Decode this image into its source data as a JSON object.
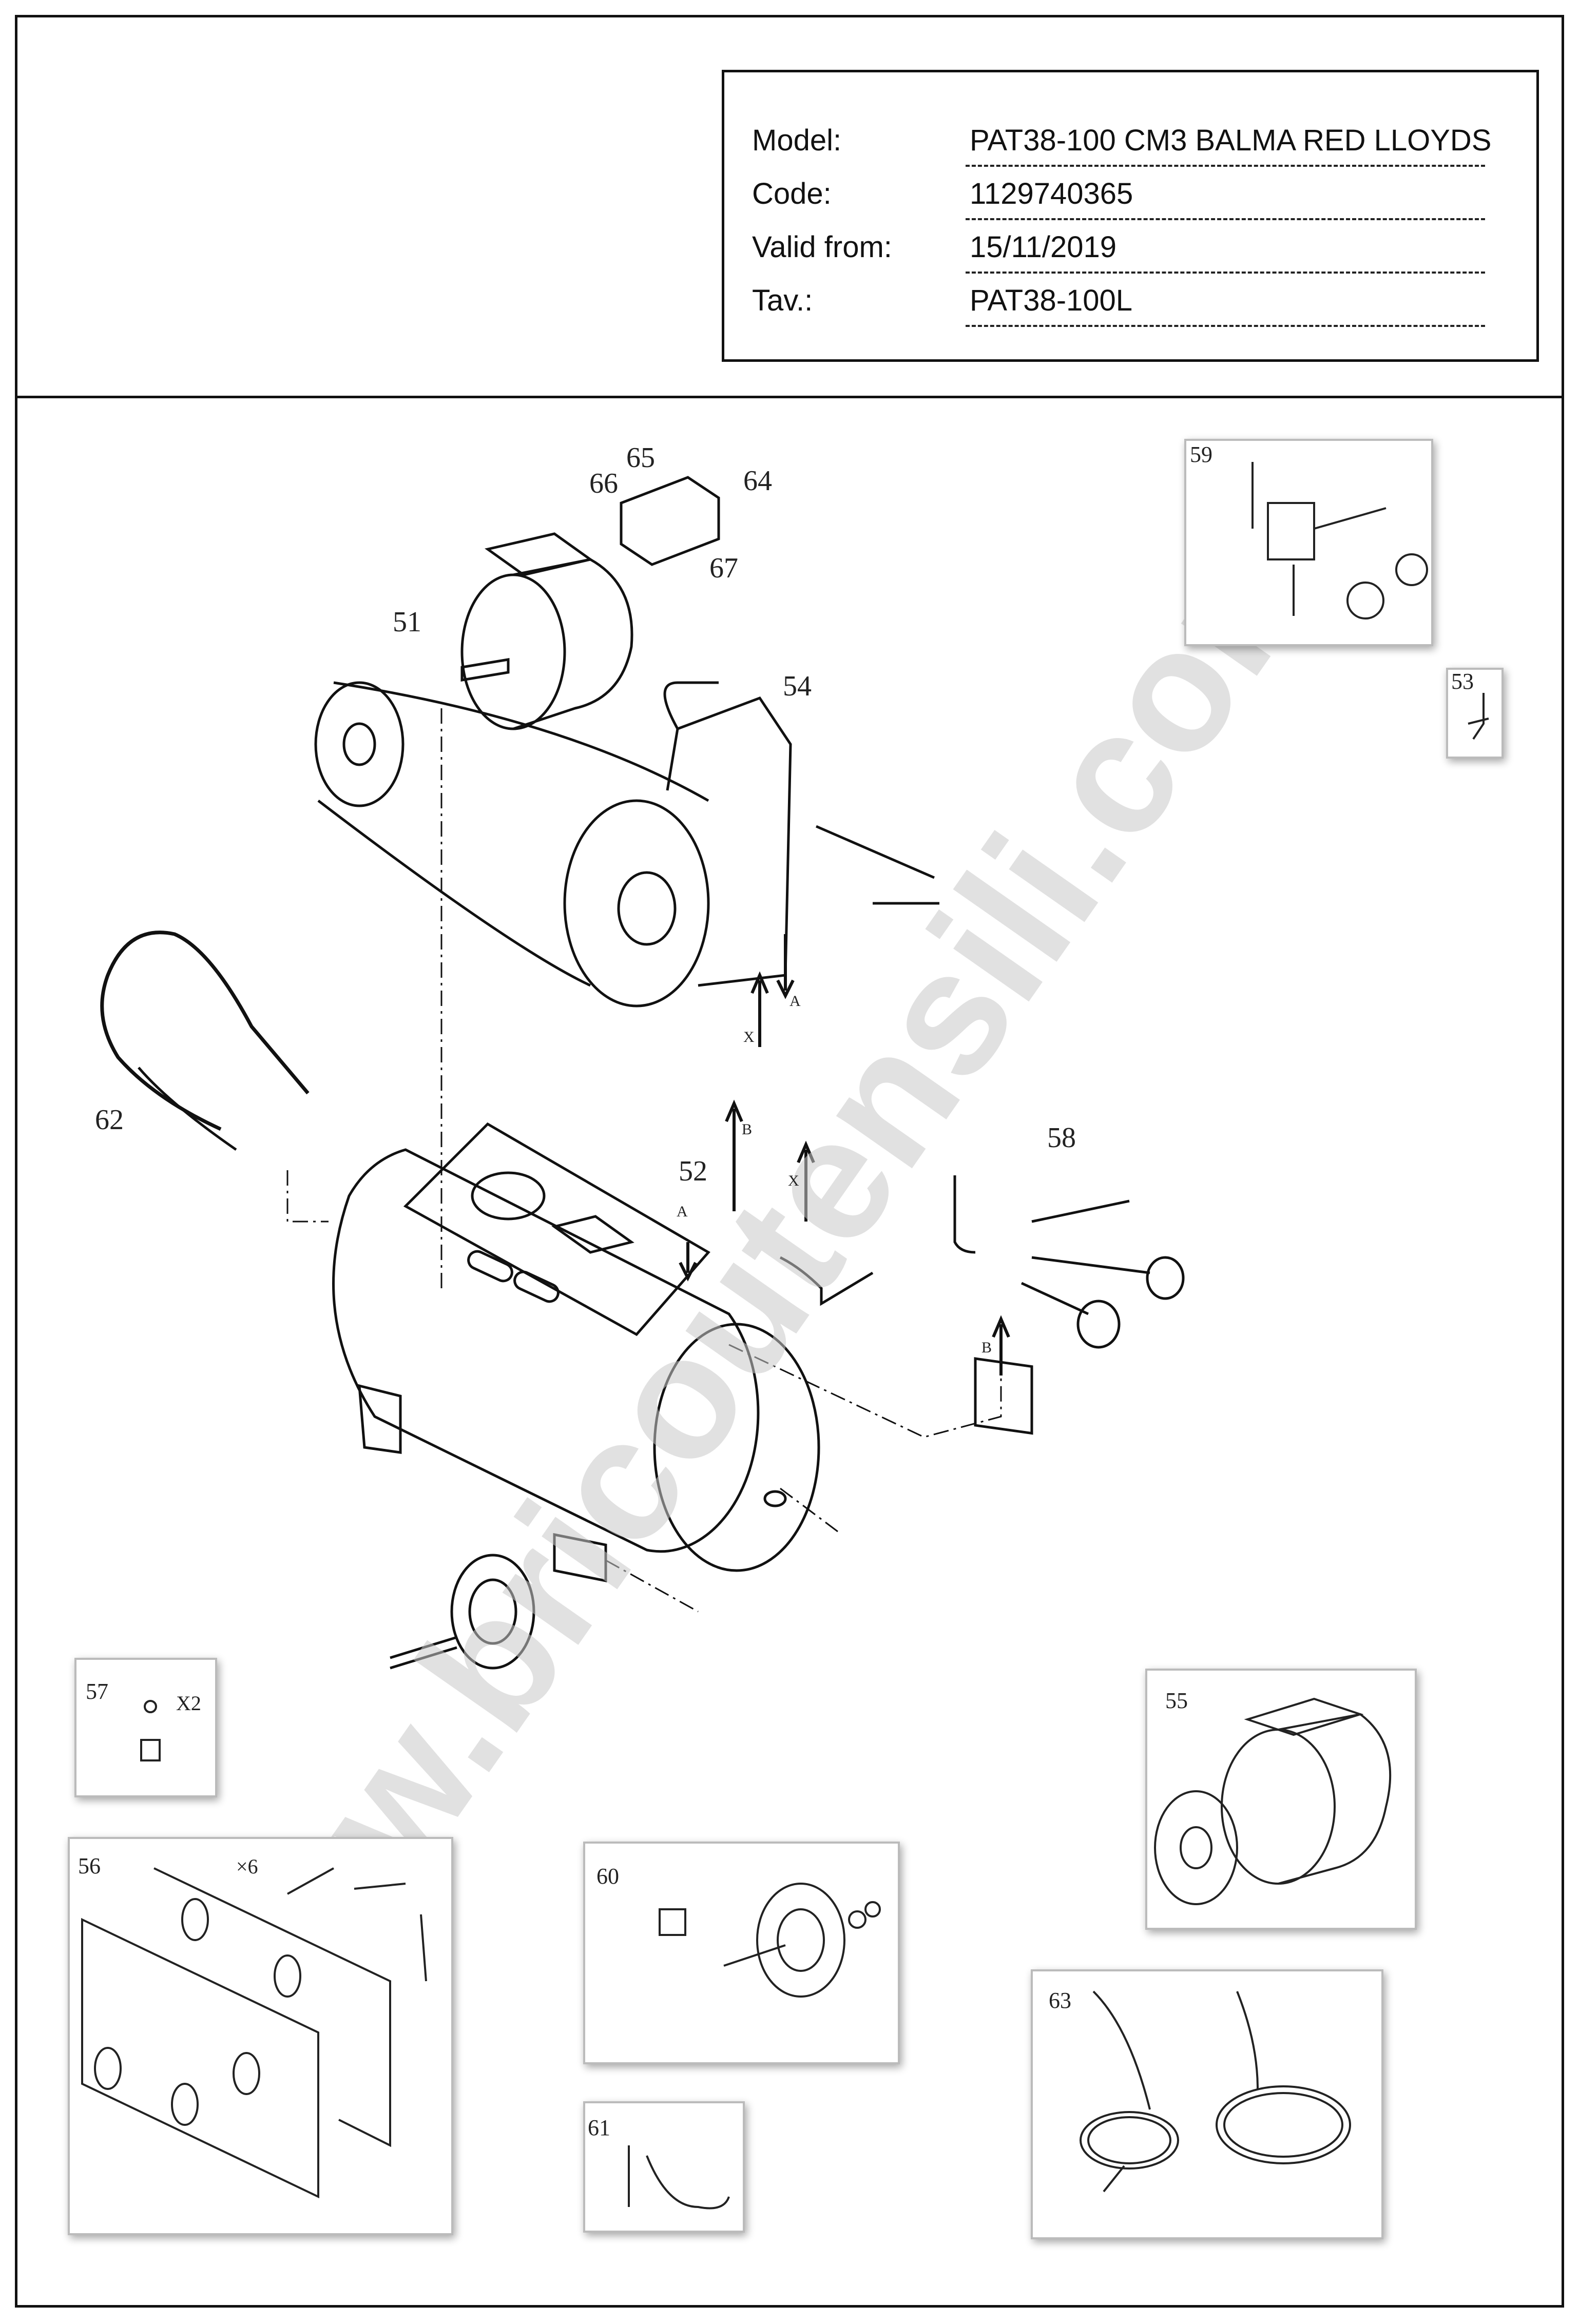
{
  "info_table": {
    "rows": [
      {
        "label": "Model:",
        "value": "PAT38-100 CM3 BALMA RED LLOYDS"
      },
      {
        "label": "Code:",
        "value": "1129740365"
      },
      {
        "label": "Valid from:",
        "value": "15/11/2019"
      },
      {
        "label": "Tav.:",
        "value": "PAT38-100L"
      }
    ]
  },
  "watermark": "www.bricoutensili.com",
  "callouts": [
    "51",
    "52",
    "54",
    "58",
    "62",
    "64",
    "65",
    "66",
    "67"
  ],
  "flow_letters": [
    "A",
    "X",
    "B",
    "X",
    "A",
    "B"
  ],
  "insets": [
    {
      "label": "59"
    },
    {
      "label": "53"
    },
    {
      "label": "57",
      "note": "X2"
    },
    {
      "label": "55"
    },
    {
      "label": "56",
      "note": "×6"
    },
    {
      "label": "60"
    },
    {
      "label": "63"
    },
    {
      "label": "61"
    }
  ]
}
